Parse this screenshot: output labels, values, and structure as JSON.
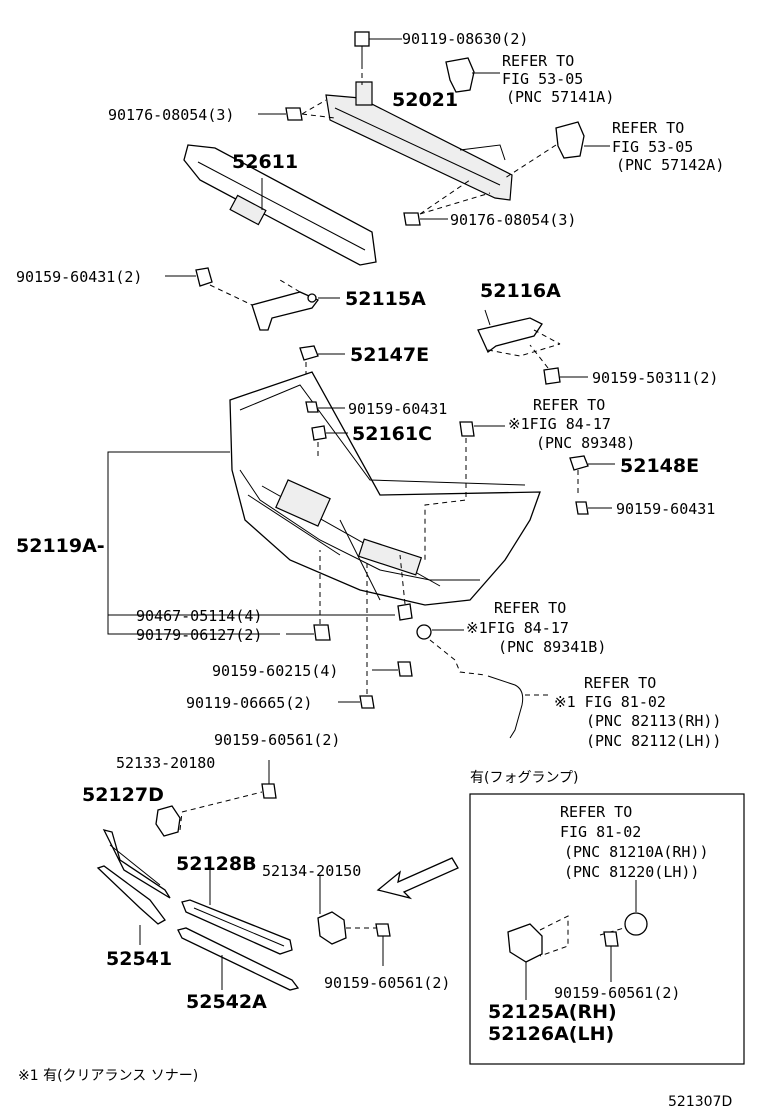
{
  "labels": {
    "p90119_08630": "90119-08630(2)",
    "p90176_08054_a": "90176-08054(3)",
    "p52021": "52021",
    "p52611": "52611",
    "p90176_08054_b": "90176-08054(3)",
    "p90159_60431_a": "90159-60431(2)",
    "p52115A": "52115A",
    "p52116A": "52116A",
    "p52147E": "52147E",
    "p90159_50311": "90159-50311(2)",
    "p90159_60431_b": "90159-60431",
    "p52161C": "52161C",
    "p52148E": "52148E",
    "p90159_60431_c": "90159-60431",
    "p52119A": "52119A-",
    "p90467_05114": "90467-05114(4)",
    "p90179_06127": "90179-06127(2)",
    "p90159_60215": "90159-60215(4)",
    "p90119_06665": "90119-06665(2)",
    "p90159_60561_a": "90159-60561(2)",
    "p52133_20180": "52133-20180",
    "p52127D": "52127D",
    "p52128B": "52128B",
    "p52134_20150": "52134-20150",
    "p52541": "52541",
    "p52542A": "52542A",
    "p90159_60561_b": "90159-60561(2)",
    "p90159_60561_c": "90159-60561(2)",
    "p52125A": "52125A(RH)",
    "p52126A": "52126A(LH)"
  },
  "refs": {
    "r1": [
      "REFER TO",
      "FIG 53-05",
      "(PNC 57141A)"
    ],
    "r2": [
      "REFER TO",
      "FIG 53-05",
      "(PNC 57142A)"
    ],
    "r3": [
      "REFER TO",
      "※1FIG 84-17",
      "(PNC 89348)"
    ],
    "r4": [
      "REFER TO",
      "※1FIG 84-17",
      "(PNC 89341B)"
    ],
    "r5": [
      "REFER TO",
      "※1 FIG 81-02",
      "(PNC 82113(RH))",
      "(PNC 82112(LH))"
    ],
    "r6": [
      "REFER TO",
      "FIG 81-02",
      "(PNC 81210A(RH))",
      "(PNC 81220(LH))"
    ]
  },
  "fog_box_title": "有(フォグランプ)",
  "footnote": "※1 有(クリアランス ソナー)",
  "figure_code": "521307D"
}
